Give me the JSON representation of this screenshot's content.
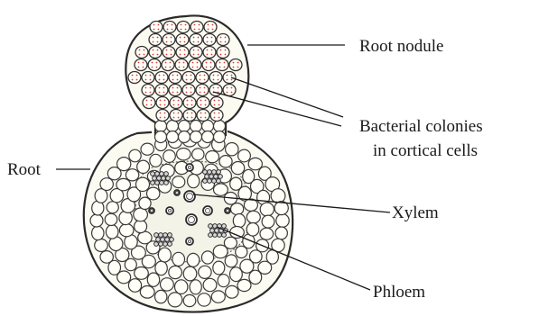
{
  "labels": {
    "root_nodule": "Root nodule",
    "bacterial_line1": "Bacterial colonies",
    "bacterial_line2": "in cortical cells",
    "root": "Root",
    "xylem": "Xylem",
    "phloem": "Phloem"
  },
  "colors": {
    "bacteria": "#e0393a",
    "outline": "#2a2a2a",
    "cell_fill": "#fffef7"
  }
}
